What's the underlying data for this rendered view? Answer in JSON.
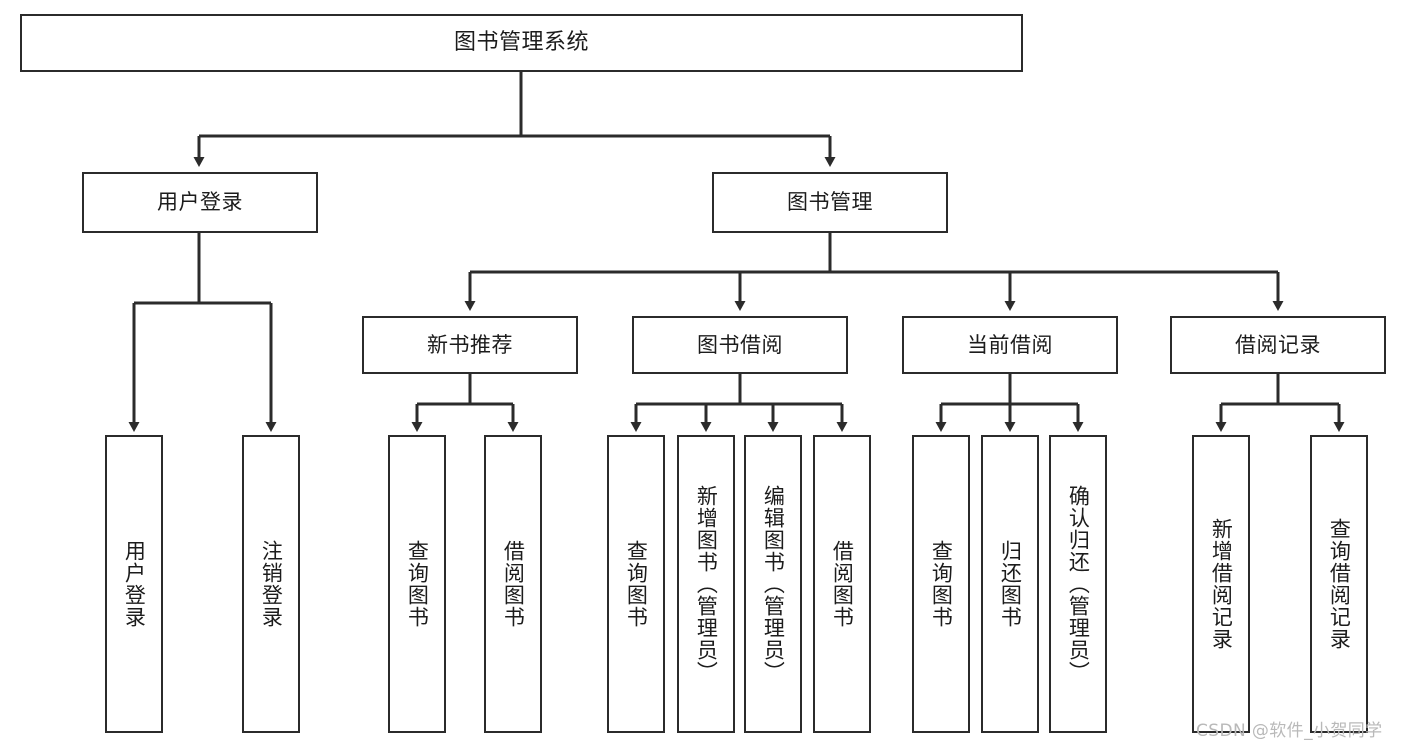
{
  "diagram": {
    "title": "图书管理系统",
    "type": "tree-hierarchy",
    "orientation": "top-down"
  },
  "root": {
    "label": "图书管理系统"
  },
  "level2": [
    {
      "id": "user-login",
      "label": "用户登录"
    },
    {
      "id": "book-management",
      "label": "图书管理"
    }
  ],
  "level3": [
    {
      "id": "new-book-recommend",
      "label": "新书推荐"
    },
    {
      "id": "book-borrow",
      "label": "图书借阅"
    },
    {
      "id": "current-borrow",
      "label": "当前借阅"
    },
    {
      "id": "borrow-record",
      "label": "借阅记录"
    }
  ],
  "leaves": {
    "user_login": [
      {
        "id": "leaf-user-login",
        "label": "用户登录"
      },
      {
        "id": "leaf-logout-login",
        "label": "注销登录"
      }
    ],
    "new_book_recommend": [
      {
        "id": "leaf-query-book-1",
        "label": "查询图书"
      },
      {
        "id": "leaf-borrow-book-1",
        "label": "借阅图书"
      }
    ],
    "book_borrow": [
      {
        "id": "leaf-query-book-2",
        "label": "查询图书"
      },
      {
        "id": "leaf-add-book",
        "label": "新增图书（管理员）"
      },
      {
        "id": "leaf-edit-book",
        "label": "编辑图书（管理员）"
      },
      {
        "id": "leaf-borrow-book-2",
        "label": "借阅图书"
      }
    ],
    "current_borrow": [
      {
        "id": "leaf-query-book-3",
        "label": "查询图书"
      },
      {
        "id": "leaf-return-book",
        "label": "归还图书"
      },
      {
        "id": "leaf-confirm-return",
        "label": "确认归还（管理员）"
      }
    ],
    "borrow_record": [
      {
        "id": "leaf-add-record",
        "label": "新增借阅记录"
      },
      {
        "id": "leaf-query-record",
        "label": "查询借阅记录"
      }
    ]
  },
  "watermark": {
    "text": "CSDN @软件_小贺同学"
  },
  "colors": {
    "stroke": "#2b2b2b",
    "text": "#1c1c1c",
    "background": "#ffffff",
    "watermark": "#b9b9b9"
  }
}
